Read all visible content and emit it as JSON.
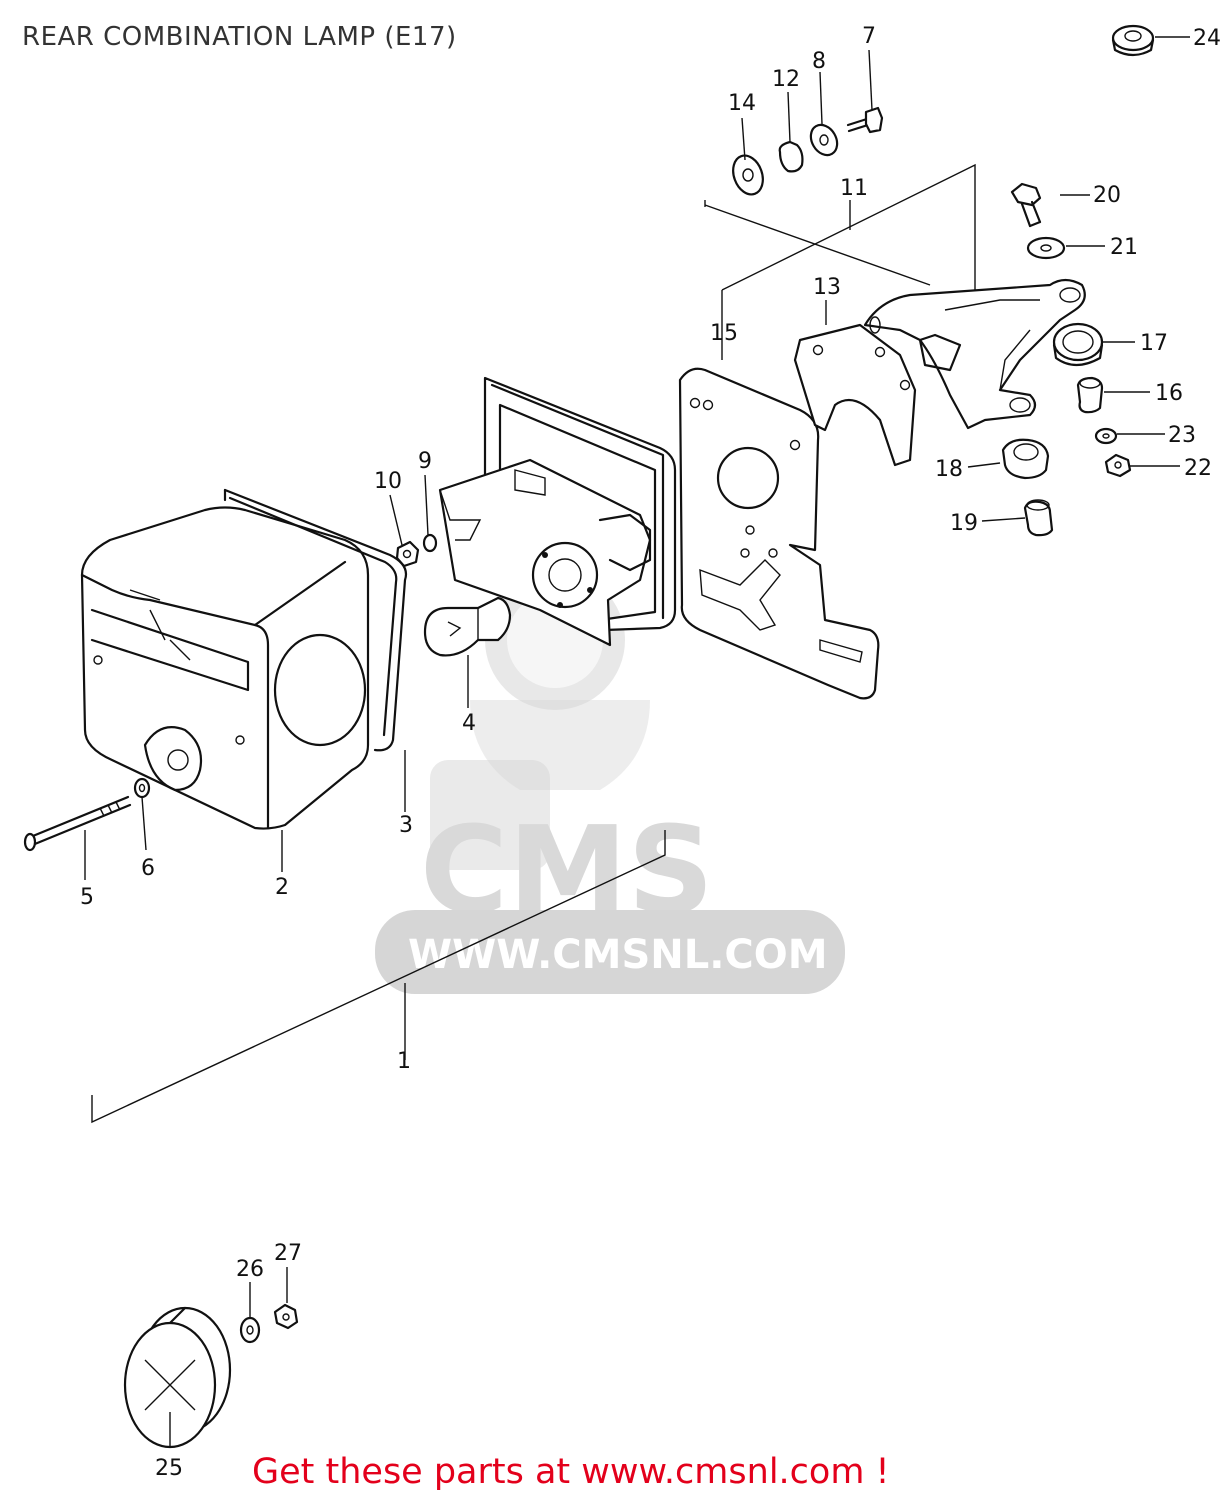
{
  "diagram": {
    "title": "REAR COMBINATION LAMP (E17)",
    "watermark": {
      "brand": "CMS",
      "url": "WWW.CMSNL.COM"
    },
    "footer_cta": "Get these parts at www.cmsnl.com !",
    "callouts": [
      {
        "id": "c1",
        "label": "1"
      },
      {
        "id": "c2",
        "label": "2"
      },
      {
        "id": "c3",
        "label": "3"
      },
      {
        "id": "c4",
        "label": "4"
      },
      {
        "id": "c5",
        "label": "5"
      },
      {
        "id": "c6",
        "label": "6"
      },
      {
        "id": "c7",
        "label": "7"
      },
      {
        "id": "c8",
        "label": "8"
      },
      {
        "id": "c9",
        "label": "9"
      },
      {
        "id": "c10",
        "label": "10"
      },
      {
        "id": "c11",
        "label": "11"
      },
      {
        "id": "c12",
        "label": "12"
      },
      {
        "id": "c13",
        "label": "13"
      },
      {
        "id": "c14",
        "label": "14"
      },
      {
        "id": "c15",
        "label": "15"
      },
      {
        "id": "c16",
        "label": "16"
      },
      {
        "id": "c17",
        "label": "17"
      },
      {
        "id": "c18",
        "label": "18"
      },
      {
        "id": "c19",
        "label": "19"
      },
      {
        "id": "c20",
        "label": "20"
      },
      {
        "id": "c21",
        "label": "21"
      },
      {
        "id": "c22",
        "label": "22"
      },
      {
        "id": "c23",
        "label": "23"
      },
      {
        "id": "c24",
        "label": "24"
      },
      {
        "id": "c25",
        "label": "25"
      },
      {
        "id": "c26",
        "label": "26"
      },
      {
        "id": "c27",
        "label": "27"
      }
    ],
    "colors": {
      "line": "#111111",
      "watermark": "#d6d6d6",
      "cta": "#e3001b"
    }
  }
}
